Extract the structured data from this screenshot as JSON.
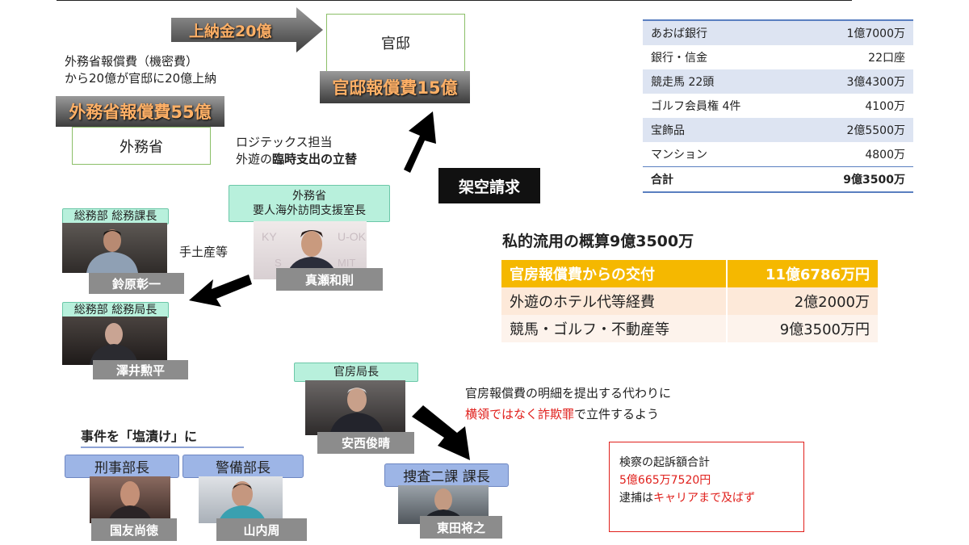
{
  "top_arrow_label": "上納金20億",
  "kantei_box": "官邸",
  "kantei_fee_label": "官邸報償費15億",
  "mofa_note_line1": "外務省報償費（機密費）",
  "mofa_note_line2": "から20億が官邸に20億上納",
  "mofa_fee_label": "外務省報償費55億",
  "mofa_box": "外務省",
  "logistics_line1": "ロジテックス担当",
  "logistics_line2_a": "外遊の",
  "logistics_line2_b": "臨時支出の立替",
  "fake_claim": "架空請求",
  "souvenir_label": "手土産等",
  "people": {
    "mase_title_line1": "外務省",
    "mase_title_line2": "要人海外訪問支援室長",
    "mase_name": "真瀬和則",
    "suzuhara_title": "総務部 総務課長",
    "suzuhara_name": "鈴原彰一",
    "sawai_title": "総務部 総務局長",
    "sawai_name": "澤井勲平",
    "anzai_title": "官房局長",
    "anzai_name": "安西俊晴",
    "kunitomo_title": "刑事部長",
    "kunitomo_name": "国友尚徳",
    "yamauchi_title": "警備部長",
    "yamauchi_name": "山内周",
    "higashida_title": "捜査二課 課長",
    "higashida_name": "東田将之"
  },
  "anzai_note_line1": "官房報償費の明細を提出する代わりに",
  "anzai_note_line2_red": "横領ではなく詐欺罪",
  "anzai_note_line2_rest": "で立件するよう",
  "incident_title": "事件を「塩漬け」に",
  "assets": [
    {
      "label": "あおば銀行",
      "value": "1億7000万"
    },
    {
      "label": "銀行・信金",
      "value": "22口座"
    },
    {
      "label": "競走馬 22頭",
      "value": "3億4300万"
    },
    {
      "label": "ゴルフ会員権 4件",
      "value": "4100万"
    },
    {
      "label": "宝飾品",
      "value": "2億5500万"
    },
    {
      "label": "マンション",
      "value": "4800万"
    }
  ],
  "assets_total": {
    "label": "合計",
    "value": "9億3500万"
  },
  "summary_title": "私的流用の概算9億3500万",
  "summary_rows": [
    {
      "label": "官房報償費からの交付",
      "value": "11億6786万円"
    },
    {
      "label": "外遊のホテル代等経費",
      "value": "2億2000万"
    },
    {
      "label": "競馬・ゴルフ・不動産等",
      "value": "9億3500万円"
    }
  ],
  "prosecution_line1": "検察の起訴額合計",
  "prosecution_line2": "5億665万7520円",
  "prosecution_line3_a": "逮捕は",
  "prosecution_line3_b": "キャリアまで及ばず",
  "colors": {
    "accent_orange": "#ffb066",
    "header_gold": "#f5b800",
    "teal_tag": "#b8f0dc",
    "blue_tag": "#9db5e6",
    "red": "#e0201c"
  }
}
